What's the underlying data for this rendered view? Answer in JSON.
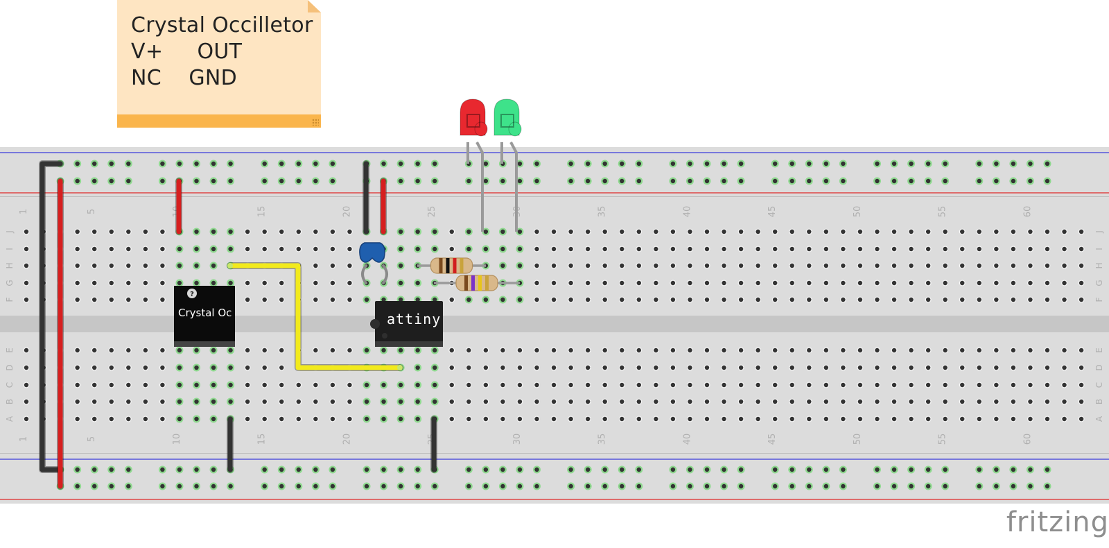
{
  "note": {
    "lines": [
      "Crystal Occilletor",
      "V+     OUT",
      "NC    GND"
    ]
  },
  "breadboard": {
    "columns": 63,
    "column_numbers": [
      "1",
      "5",
      "10",
      "15",
      "20",
      "25",
      "30",
      "35",
      "40",
      "45",
      "50",
      "55",
      "60"
    ],
    "top_rows": [
      "J",
      "I",
      "H",
      "G",
      "F"
    ],
    "bottom_rows": [
      "E",
      "D",
      "C",
      "B",
      "A"
    ],
    "colors": {
      "board": "#dcdcdc",
      "rail_blue": "#3b3bdc",
      "rail_red": "#e02a2a",
      "hole": "#333333",
      "connected": "#8fd98f"
    }
  },
  "components": {
    "crystal_oscillator_label": "Crystal Oc",
    "crystal_help_glyph": "?",
    "chip_label": "attiny",
    "capacitor": "ceramic capacitor",
    "resistors": [
      "resistor brown-black-red",
      "resistor brown-violet-yellow"
    ],
    "leds": [
      {
        "name": "red LED",
        "color": "#e8282f"
      },
      {
        "name": "green LED",
        "color": "#3ee28a"
      }
    ],
    "wires": [
      {
        "name": "black wire rail",
        "color": "#333333"
      },
      {
        "name": "red wire rail",
        "color": "#d61f1f"
      },
      {
        "name": "yellow wire",
        "color": "#f2ea1c"
      }
    ]
  },
  "brand": {
    "logo_text": "fritzing"
  }
}
